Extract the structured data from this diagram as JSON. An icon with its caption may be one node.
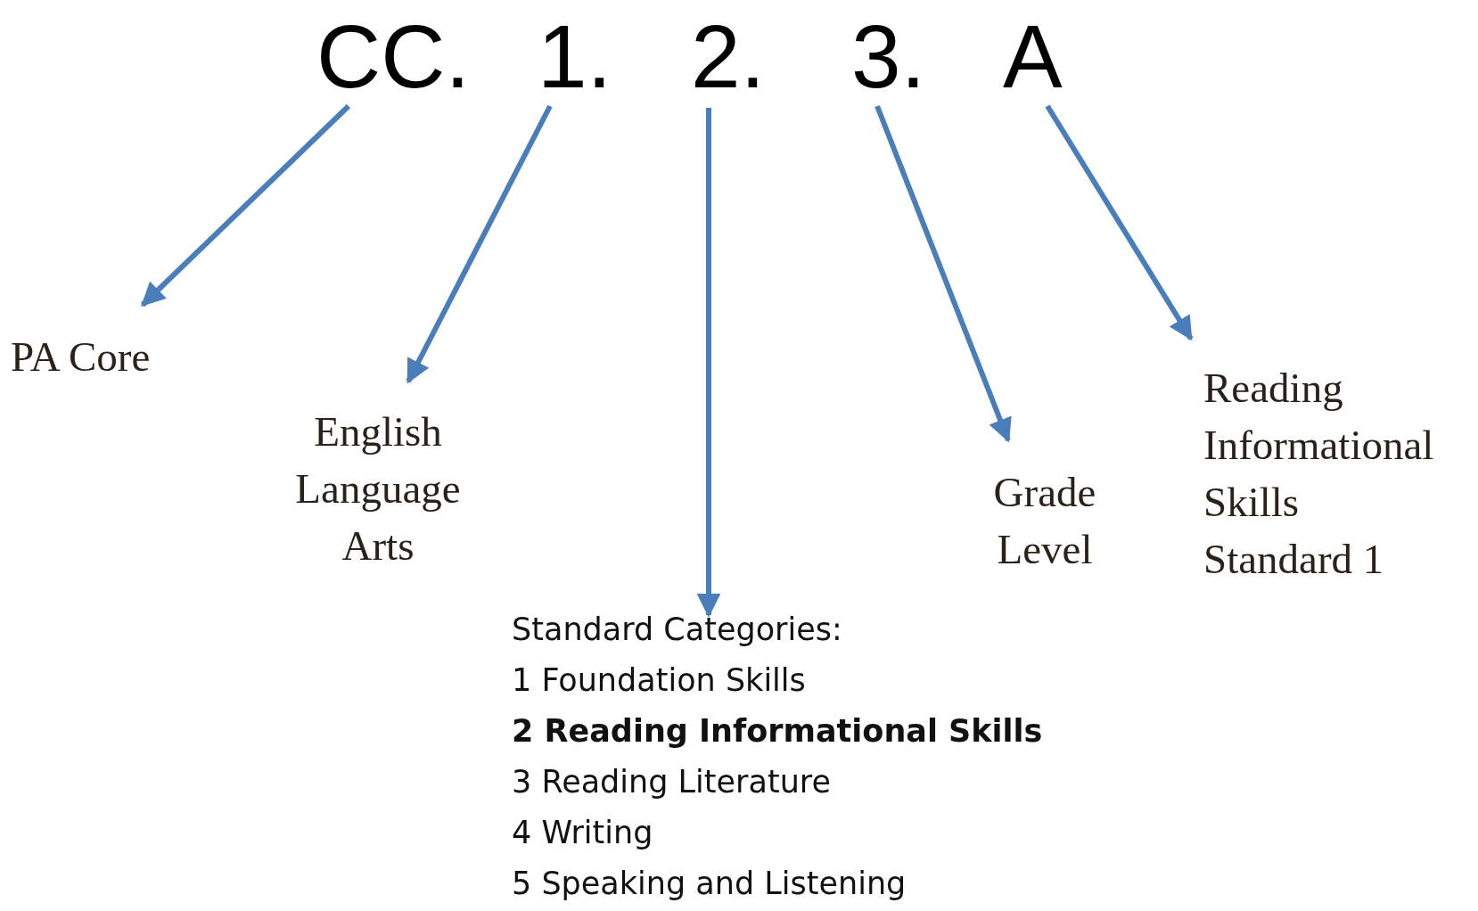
{
  "diagram": {
    "nodes": [
      {
        "text": [
          "CC."
        ]
      },
      {
        "text": [
          "1."
        ]
      },
      {
        "text": [
          "2."
        ]
      },
      {
        "text": [
          "3."
        ]
      },
      {
        "text": [
          "A"
        ]
      },
      {
        "text": [
          "PA Core"
        ]
      },
      {
        "text": [
          "English Language Arts"
        ]
      },
      {
        "text": [
          "Standard Categories:",
          "1 Foundation Skills",
          "2 Reading Informational Skills",
          "3 Reading Literature",
          "4 Writing",
          "5 Speaking and Listening"
        ]
      },
      {
        "text": [
          "Grade Level"
        ]
      },
      {
        "text": [
          "Reading Informational Skills Standard 1"
        ]
      }
    ],
    "edges": [
      {
        "from": 0,
        "to": 5,
        "arrow": "to"
      },
      {
        "from": 1,
        "to": 6,
        "arrow": "to"
      },
      {
        "from": 2,
        "to": 7,
        "arrow": "to"
      },
      {
        "from": 3,
        "to": 8,
        "arrow": "to"
      },
      {
        "from": 4,
        "to": 9,
        "arrow": "to"
      }
    ]
  }
}
